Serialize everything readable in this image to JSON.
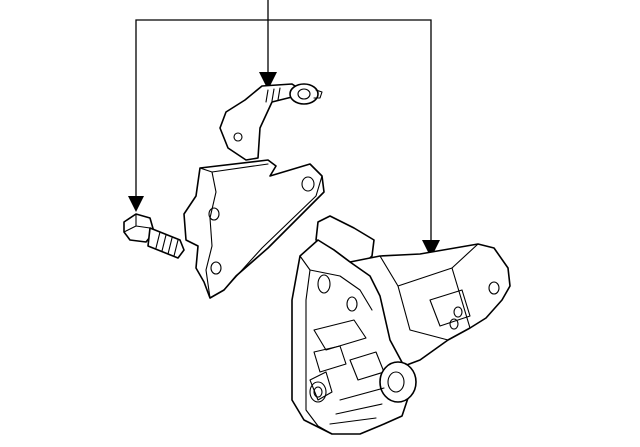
{
  "diagram": {
    "background": "#ffffff",
    "line_color": "#000000",
    "parts": [
      {
        "name": "upper-bracket-with-harness-clip"
      },
      {
        "name": "bolt"
      },
      {
        "name": "mount-bracket"
      }
    ],
    "callouts": 3
  }
}
